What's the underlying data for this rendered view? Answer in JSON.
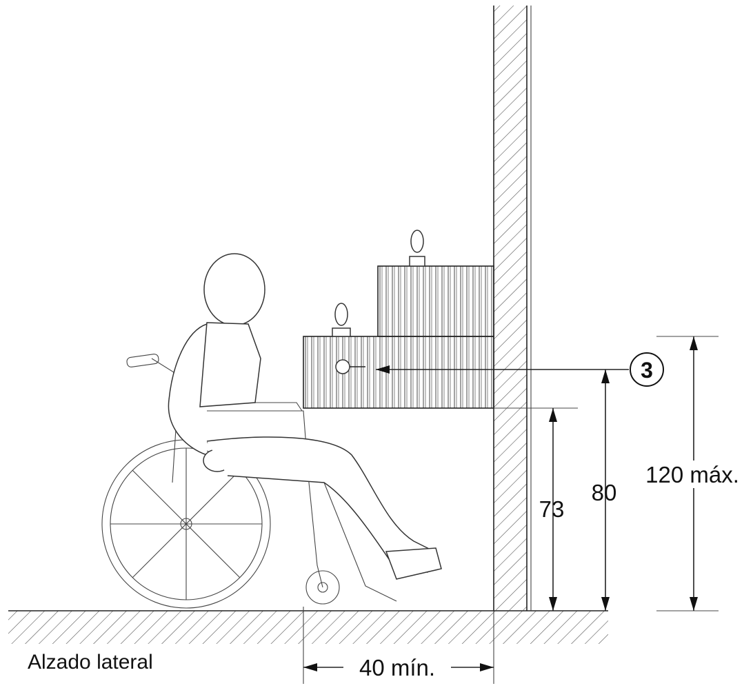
{
  "labels": {
    "callout": "3",
    "dim_73": "73",
    "dim_80": "80",
    "dim_120": "120 máx.",
    "dim_40": "40 mín.",
    "view_title": "Alzado lateral"
  }
}
